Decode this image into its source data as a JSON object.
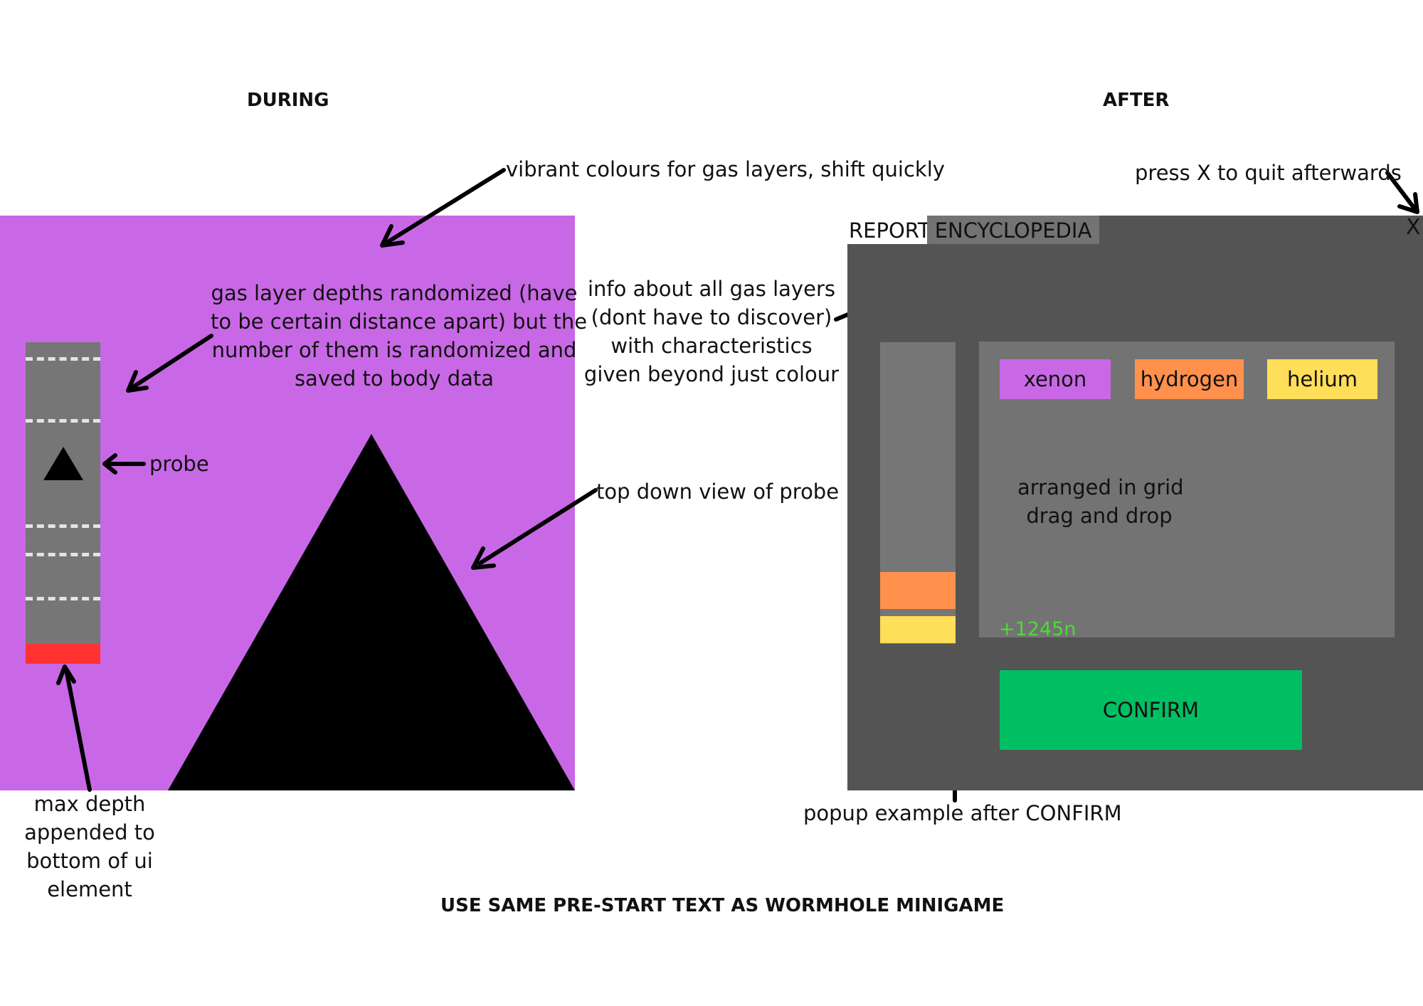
{
  "headings": {
    "during": "DURING",
    "after": "AFTER",
    "footer": "USE SAME PRE-START TEXT AS WORMHOLE MINIGAME"
  },
  "annotations": {
    "vibrant": "vibrant colours for gas layers, shift quickly",
    "depths": [
      "gas layer depths randomized (have",
      "to be certain distance apart) but the",
      "number of them is randomized and",
      "saved to body data"
    ],
    "probe": "probe",
    "top_down": "top down view of probe",
    "max_depth": [
      "max depth",
      "appended to",
      "bottom of ui",
      "element"
    ],
    "info": [
      "info about all gas layers",
      "(dont have to discover)",
      "with characteristics",
      "given beyond just colour"
    ],
    "quit": "press X to quit afterwards",
    "grid": [
      "arranged in grid",
      "drag and drop"
    ],
    "popup": "popup example after CONFIRM"
  },
  "after_ui": {
    "tabs": [
      "REPORT",
      "ENCYCLOPEDIA"
    ],
    "close": "X",
    "gases": [
      {
        "label": "xenon",
        "color": "#c968e6"
      },
      {
        "label": "hydrogen",
        "color": "#ff914d"
      },
      {
        "label": "helium",
        "color": "#ffde59"
      }
    ],
    "confirm": "CONFIRM",
    "reward": "+1245n"
  },
  "colors": {
    "gas_layer": "#c968e6",
    "panel_dark": "#545454",
    "bar_grey": "#767676",
    "max_depth": "#ff3131",
    "confirm": "#00bf63",
    "check": "#4fd93a",
    "deny": "#c1272d"
  }
}
